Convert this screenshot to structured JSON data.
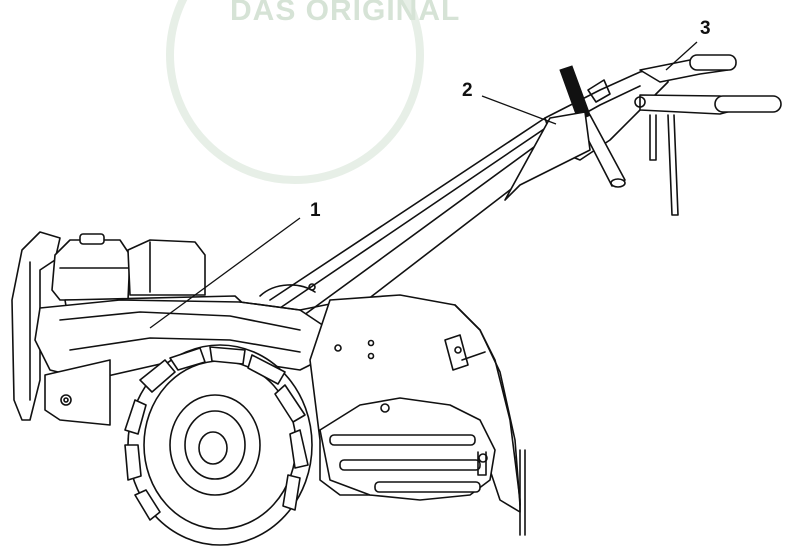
{
  "watermark": {
    "text": "DAS ORIGINAL"
  },
  "callouts": [
    {
      "id": "1",
      "label": "1"
    },
    {
      "id": "2",
      "label": "2"
    },
    {
      "id": "3",
      "label": "3"
    }
  ],
  "colors": {
    "line": "#111111",
    "background": "#ffffff",
    "watermark": "#d6e3d6"
  }
}
